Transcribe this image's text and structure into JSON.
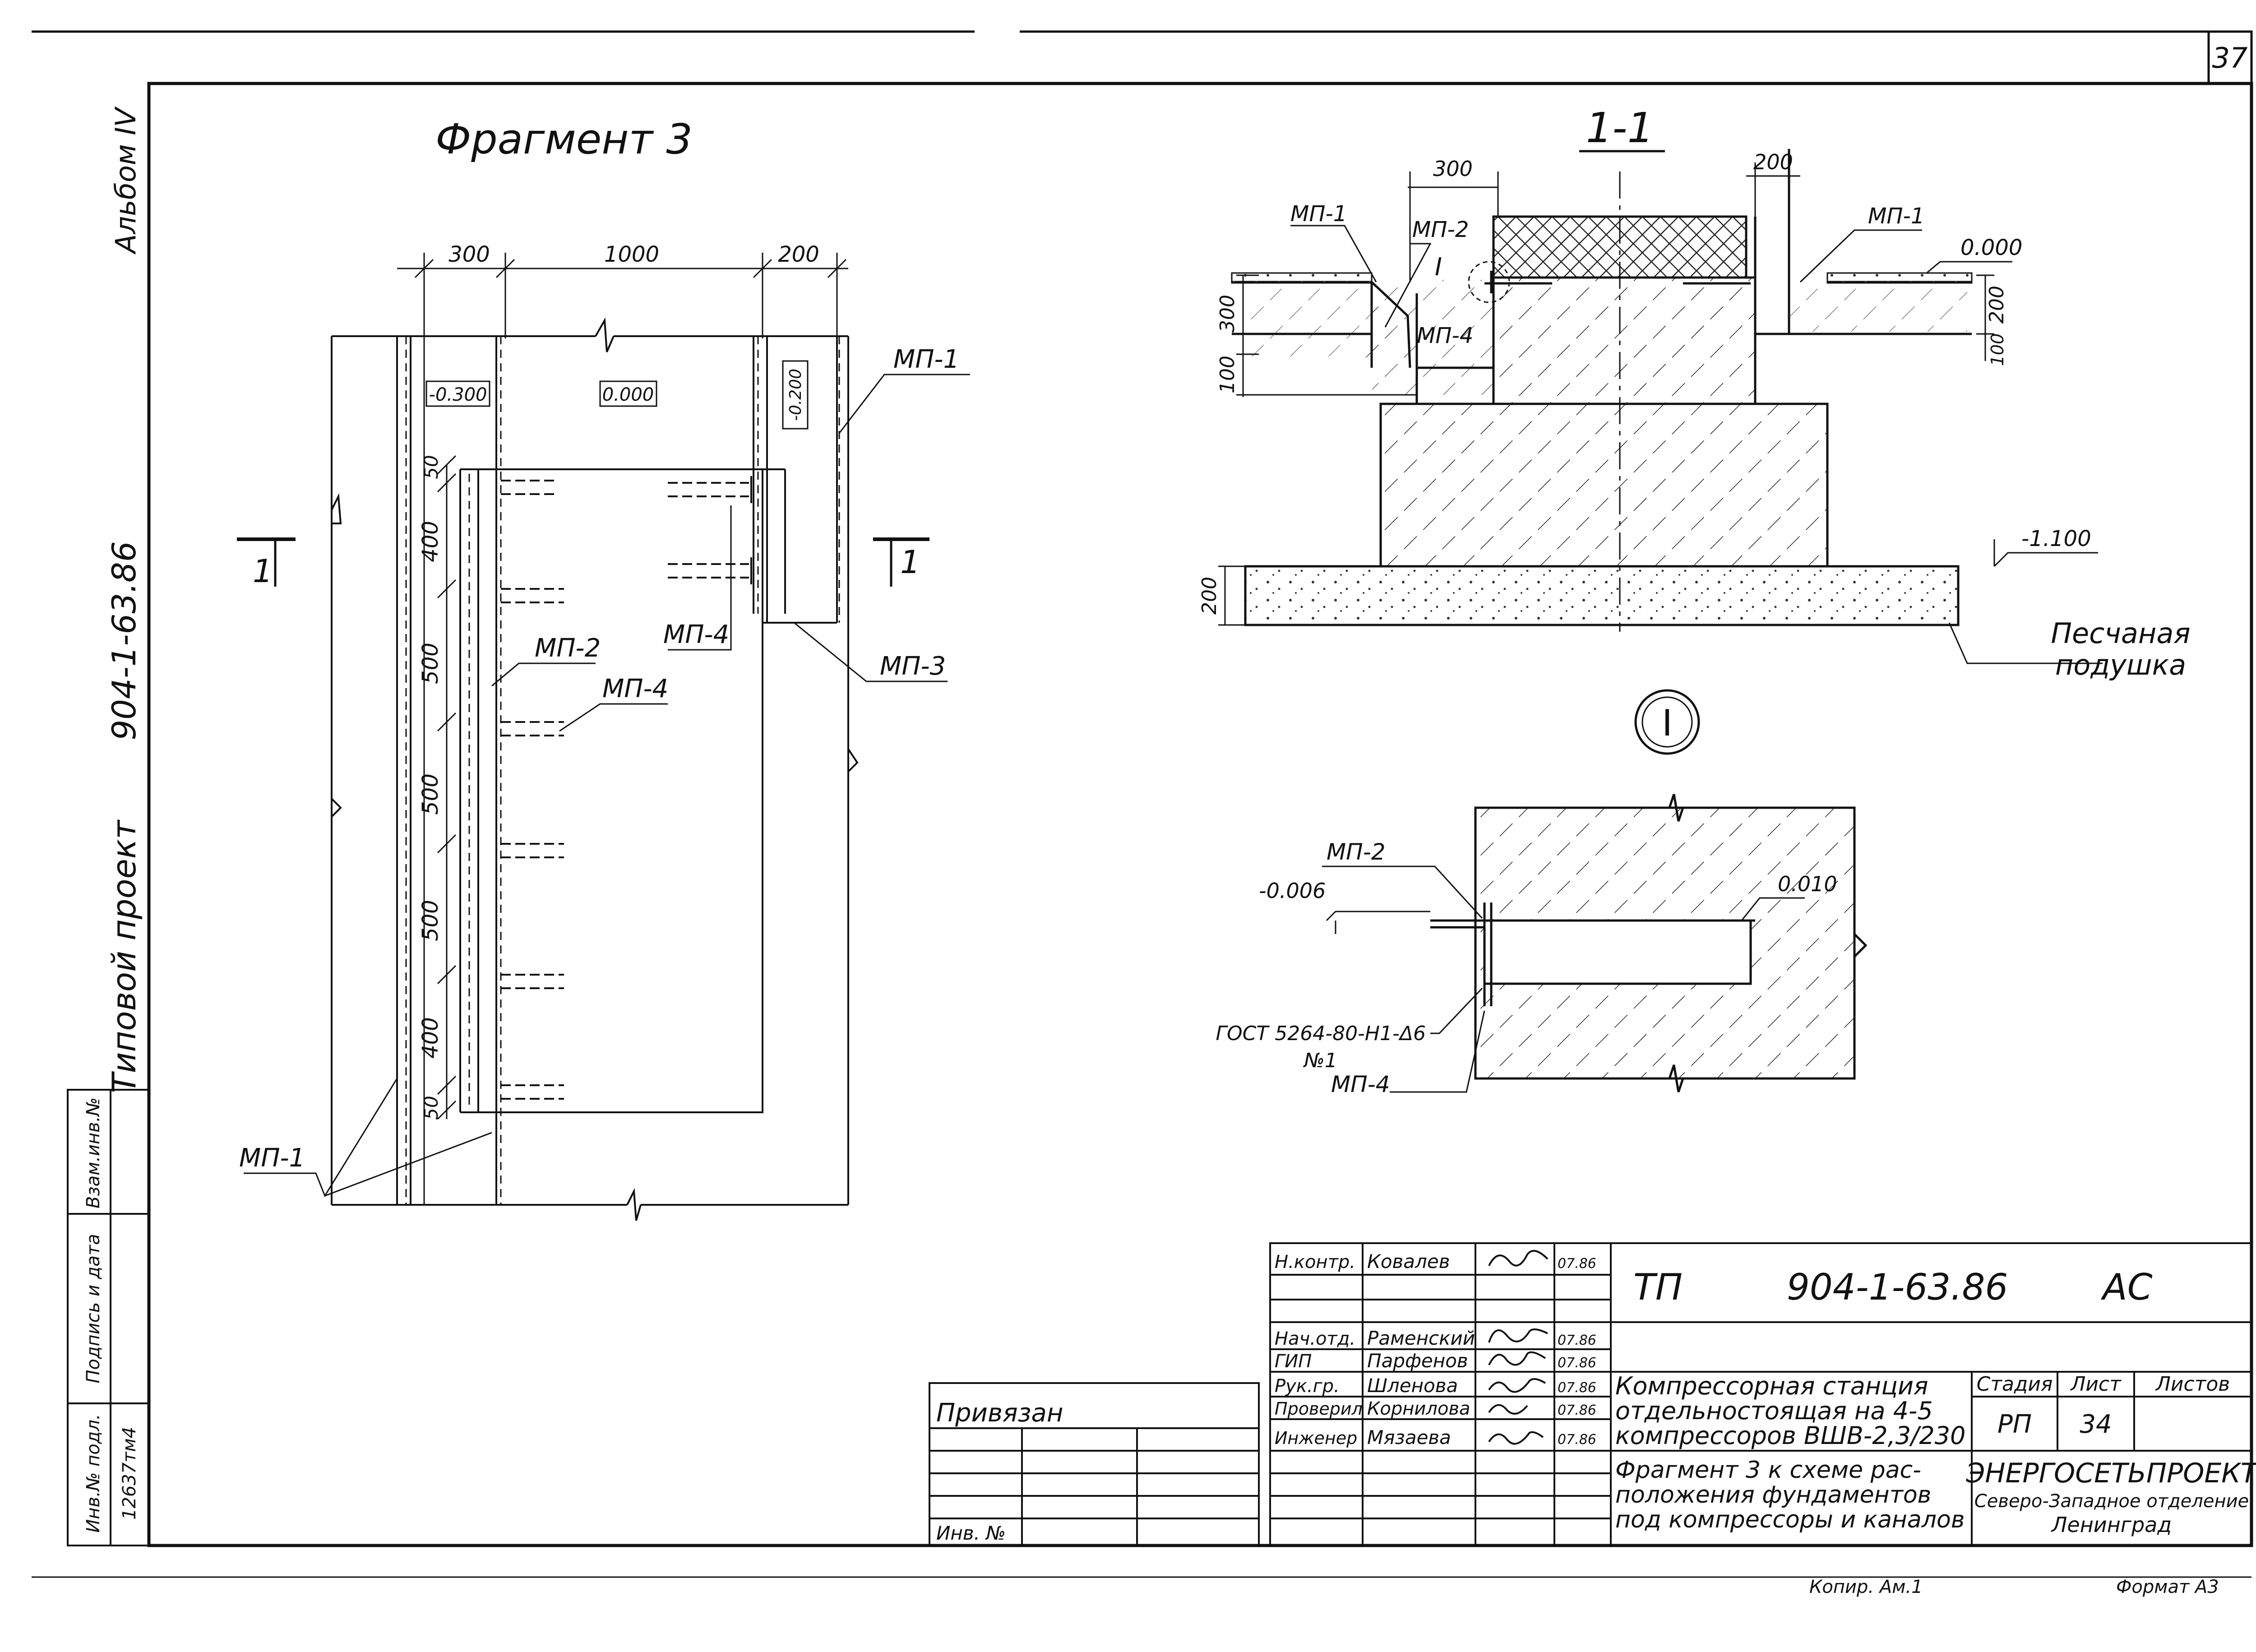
{
  "sheet_number": "37",
  "side": {
    "album": "Альбом IV",
    "project_code": "904-1-63.86",
    "project_type": "Типовой проект",
    "stamp_labels": [
      "Инв.№ подл.",
      "Подпись и дата",
      "Взам.инв.№"
    ],
    "inv_number": "12637тм4"
  },
  "fragment": {
    "title": "Фрагмент 3",
    "dim_top": [
      "300",
      "1000",
      "200"
    ],
    "marks": [
      "-0.300",
      "0.000",
      "-0.200"
    ],
    "dim_side": [
      "50",
      "400",
      "500",
      "500",
      "500",
      "400",
      "50"
    ],
    "section_mark": "1",
    "labels": {
      "mp1_top": "МП-1",
      "mp2": "МП-2",
      "mp4_a": "МП-4",
      "mp4_b": "МП-4",
      "mp3": "МП-3",
      "mp1_bottom": "МП-1"
    }
  },
  "section": {
    "title": "1-1",
    "dim_top_left": "300",
    "dim_top_right": "200",
    "labels": {
      "mp1_left": "МП-1",
      "mp2": "МП-2",
      "mp4": "МП-4",
      "mp1_right": "МП-1",
      "node": "I"
    },
    "mark_zero": "0.000",
    "mark_base": "-1.100",
    "dim_left": [
      "300",
      "100"
    ],
    "dim_right": [
      "200",
      "100"
    ],
    "dim_cushion": "200",
    "cushion_label": [
      "Песчаная",
      "подушка"
    ]
  },
  "detail": {
    "node": "I",
    "labels": {
      "mp2": "МП-2",
      "mp4": "МП-4",
      "gost": "ГОСТ 5264-80-Н1-Δ6",
      "weld": "№1"
    },
    "mark_left": "-0.006",
    "mark_right": "0.010"
  },
  "title_block": {
    "privyazan": "Привязан",
    "inv_no": "Инв. №",
    "people": [
      {
        "role": "Н.контр.",
        "name": "Ковалев",
        "date": "07.86"
      },
      {
        "role": "",
        "name": "",
        "date": ""
      },
      {
        "role": "Нач.отд.",
        "name": "Раменский",
        "date": "07.86"
      },
      {
        "role": "ГИП",
        "name": "Парфенов",
        "date": "07.86"
      },
      {
        "role": "Рук.гр.",
        "name": "Шленова",
        "date": "07.86"
      },
      {
        "role": "Проверил",
        "name": "Корнилова",
        "date": "07.86"
      },
      {
        "role": "Инженер",
        "name": "Мязаева",
        "date": "07.86"
      }
    ],
    "doc_code": [
      "ТП",
      "904-1-63.86",
      "АС"
    ],
    "object_title": [
      "Компрессорная станция",
      "отдельностоящая на 4-5",
      "компрессоров ВШВ-2,3/230"
    ],
    "stage_headers": [
      "Стадия",
      "Лист",
      "Листов"
    ],
    "stage": "РП",
    "sheet": "34",
    "sheets": "",
    "sheet_title": [
      "Фрагмент 3 к схеме рас-",
      "положения фундаментов",
      "под компрессоры и каналов"
    ],
    "org": [
      "ЭНЕРГОСЕТЬПРОЕКТ",
      "Северо-Западное отделение",
      "Ленинград"
    ]
  },
  "footer": {
    "copied": "Копир. Ам.1",
    "format": "Формат А3"
  }
}
